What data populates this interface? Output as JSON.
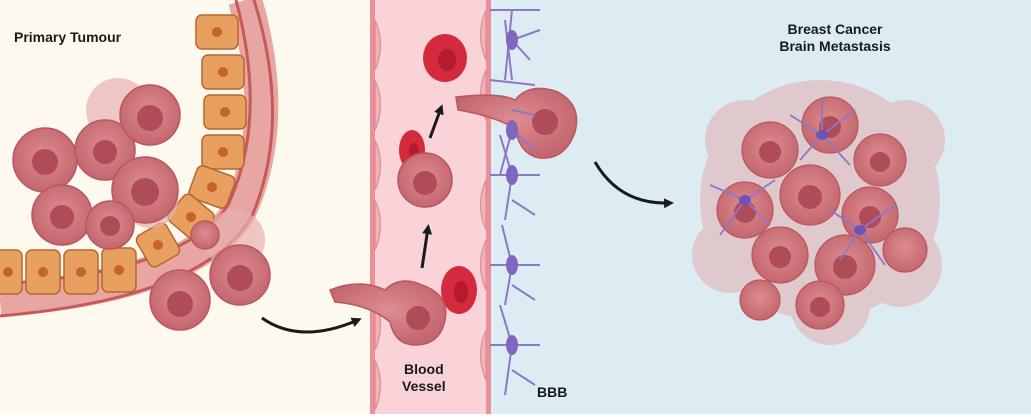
{
  "labels": {
    "primary_tumour": "Primary Tumour",
    "blood_vessel_line1": "Blood",
    "blood_vessel_line2": "Vessel",
    "bbb": "BBB",
    "metastasis_line1": "Breast Cancer",
    "metastasis_line2": "Brain Metastasis"
  },
  "colors": {
    "tumour_panel_bg": "#fdf9ee",
    "vessel_bg": "#f9d3d7",
    "brain_panel_bg": "#dcecf2",
    "cancer_cell": "#d2767c",
    "cancer_nucleus": "#b04b5a",
    "epithelial_cell": "#e8a060",
    "epithelial_nucleus": "#c6622a",
    "red_blood_cell": "#d42a3d",
    "astrocyte": "#8d78c8",
    "arrow": "#1a1a1a"
  }
}
